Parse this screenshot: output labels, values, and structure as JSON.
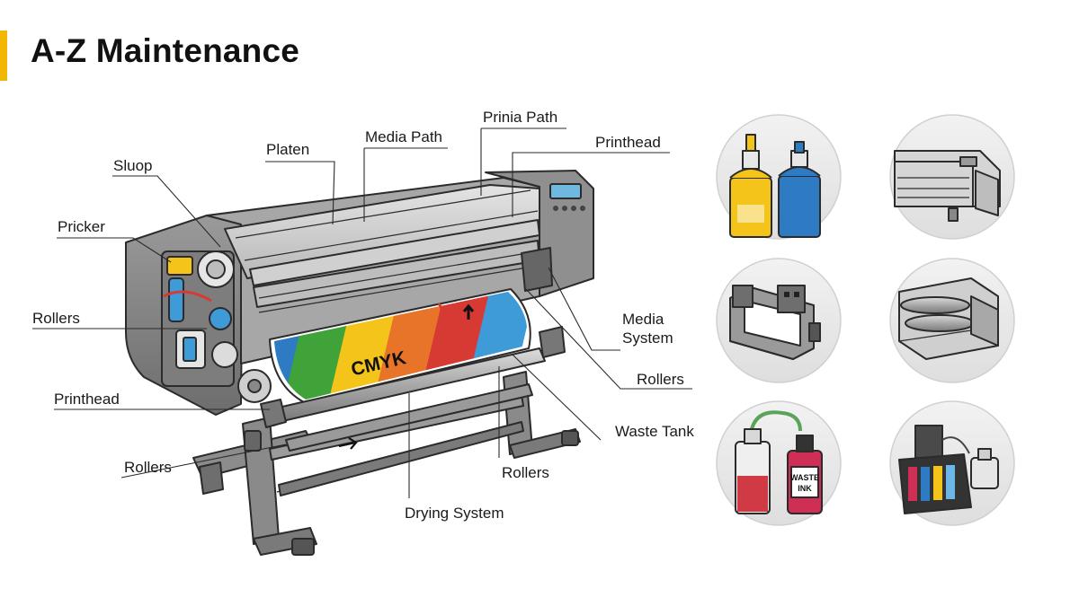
{
  "page": {
    "title": "A-Z Maintenance",
    "accent_color": "#F2B705"
  },
  "diagram": {
    "subject": "wide-format printer",
    "media_text": "CMYK",
    "labels": {
      "platen": "Platen",
      "media_path": "Media Path",
      "prinia_path": "Prinia Path",
      "printhead_top": "Printhead",
      "sluop": "Sluop",
      "pricker": "Pricker",
      "rollers_left": "Rollers",
      "printhead_left": "Printhead",
      "rollers_bottom_left": "Rollers",
      "media_system_1": "Media",
      "media_system_2": "System",
      "rollers_right": "Rollers",
      "waste_tank": "Waste Tank",
      "rollers_bottom": "Rollers",
      "drying_system": "Drying System"
    },
    "ink_colors": [
      "#2E7BC4",
      "#3FA33A",
      "#F4C41B",
      "#E8742A",
      "#D63A33",
      "#3F9AD8"
    ]
  },
  "thumbnails": {
    "items": [
      {
        "id": "ink-bottles",
        "icon": "ink-bottles-icon"
      },
      {
        "id": "printer-body",
        "icon": "printer-body-icon"
      },
      {
        "id": "printhead-carriage",
        "icon": "printhead-carriage-icon"
      },
      {
        "id": "media-rollers",
        "icon": "media-rollers-icon"
      },
      {
        "id": "waste-ink",
        "icon": "waste-ink-bottle-icon",
        "bottle_text_1": "WASTE",
        "bottle_text_2": "INK"
      },
      {
        "id": "ink-cartridges",
        "icon": "ink-cartridge-icon"
      }
    ]
  }
}
